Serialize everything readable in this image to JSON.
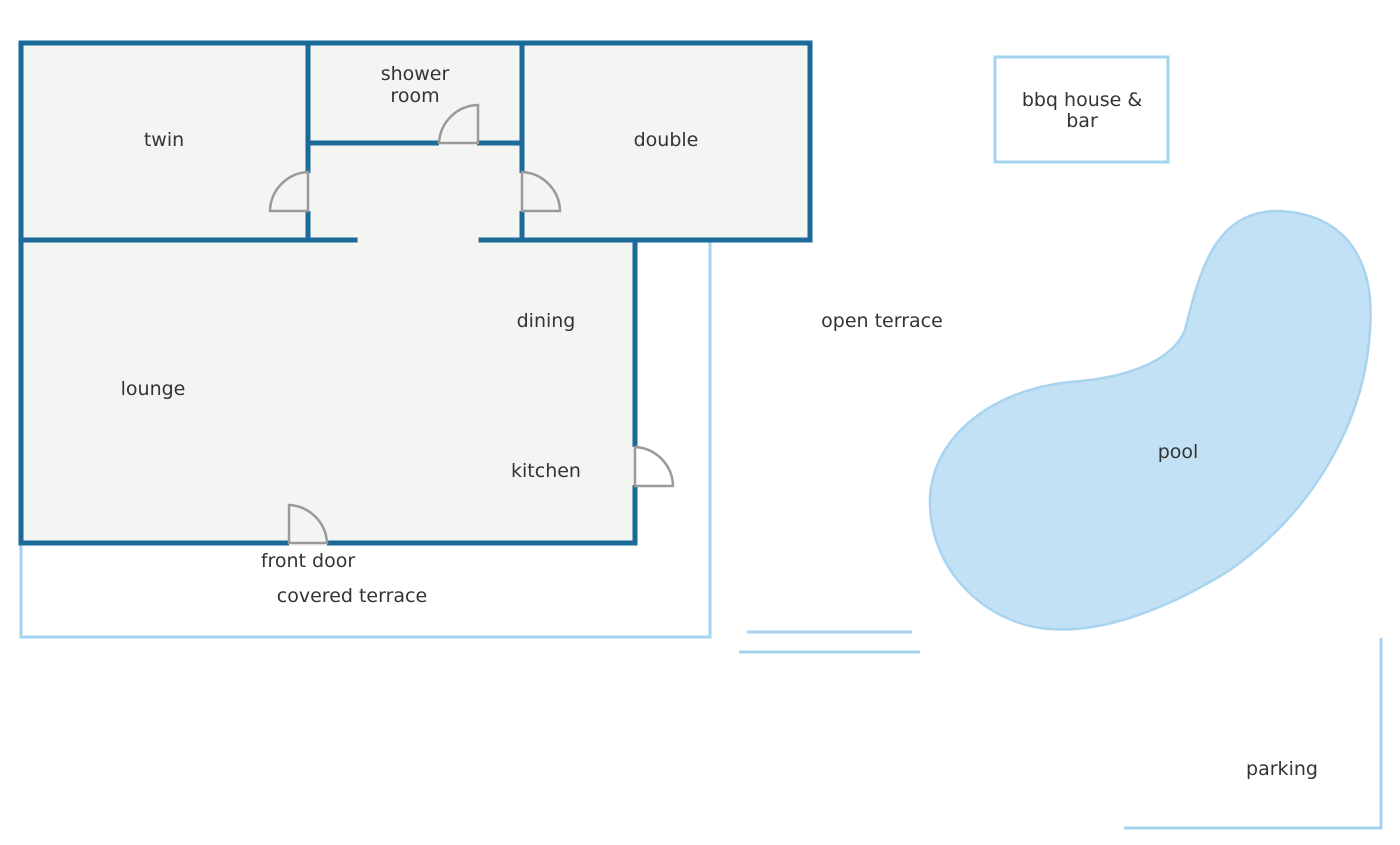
{
  "colors": {
    "wall": "#1a6a9a",
    "outdoor_outline": "#a3d3ee",
    "room_fill": "#f4f4f3",
    "pool_fill": "#c2e1f5",
    "pool_stroke": "#a8d4f0",
    "door": "#9a9a9a",
    "label": "#333333"
  },
  "labels": {
    "twin": "twin",
    "shower_room_line1": "shower",
    "shower_room_line2": "room",
    "double": "double",
    "bbq_line1": "bbq house &",
    "bbq_line2": "bar",
    "dining": "dining",
    "open_terrace": "open terrace",
    "lounge": "lounge",
    "kitchen": "kitchen",
    "pool": "pool",
    "front_door": "front door",
    "covered_terrace": "covered terrace",
    "parking": "parking"
  }
}
